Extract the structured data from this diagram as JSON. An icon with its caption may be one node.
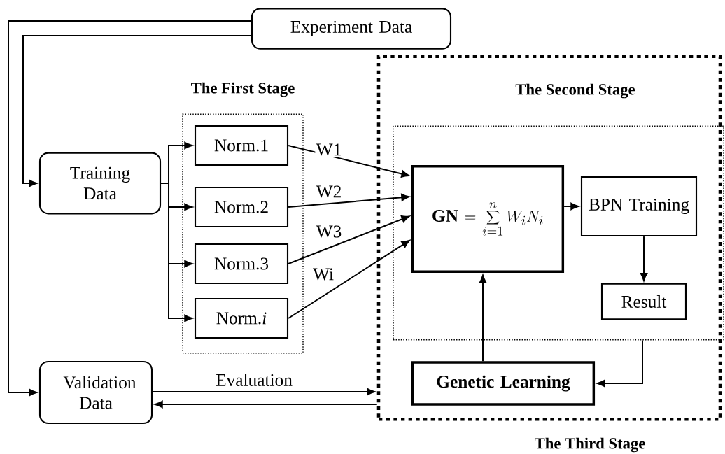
{
  "diagram": {
    "nodes": [
      {
        "text": [
          "Experiment Data"
        ]
      },
      {
        "text": [
          "The First Stage"
        ]
      },
      {
        "text": [
          "Training Data"
        ]
      },
      {
        "text": [
          "Norm.1"
        ],
        "in": 1
      },
      {
        "text": [
          "Norm.2"
        ],
        "in": 1
      },
      {
        "text": [
          "Norm.3"
        ],
        "in": 1
      },
      {
        "text": [
          "Norm.*i*"
        ],
        "in": 1
      },
      {
        "text": [
          "The Third Stage"
        ]
      },
      {
        "text": [
          "The Second Stage"
        ],
        "in": 7
      },
      {
        "text": [
          "\\mathbf{GN}=\\sum_{i=1}^{n}W_{i}N_{i}"
        ],
        "in": 8
      },
      {
        "text": [
          "BPN Training"
        ],
        "in": 8
      },
      {
        "text": [
          "Result"
        ],
        "in": 8
      },
      {
        "text": [
          "Genetic Learning"
        ],
        "in": 7
      },
      {
        "text": [
          "Validation Data"
        ]
      }
    ],
    "edges": [
      {
        "from": 0,
        "to": 2,
        "arrow": "to"
      },
      {
        "from": 0,
        "to": 13,
        "arrow": "to"
      },
      {
        "from": 2,
        "to": 3,
        "arrow": "to"
      },
      {
        "from": 2,
        "to": 4,
        "arrow": "to"
      },
      {
        "from": 2,
        "to": 5,
        "arrow": "to"
      },
      {
        "from": 2,
        "to": 6,
        "arrow": "to"
      },
      {
        "from": 3,
        "to": 9,
        "label": "W1",
        "arrow": "to"
      },
      {
        "from": 4,
        "to": 9,
        "label": "W2",
        "arrow": "to"
      },
      {
        "from": 5,
        "to": 9,
        "label": "W3",
        "arrow": "to"
      },
      {
        "from": 6,
        "to": 9,
        "label": "Wi",
        "arrow": "to"
      },
      {
        "from": 9,
        "to": 10,
        "arrow": "to"
      },
      {
        "from": 10,
        "to": 11,
        "arrow": "to"
      },
      {
        "from": 8,
        "to": 12,
        "arrow": "to"
      },
      {
        "from": 12,
        "to": 9,
        "arrow": "to"
      },
      {
        "from": 13,
        "to": 7,
        "label": "Evaluation",
        "arrow": "to"
      },
      {
        "from": 7,
        "to": 13,
        "arrow": "to"
      }
    ]
  }
}
